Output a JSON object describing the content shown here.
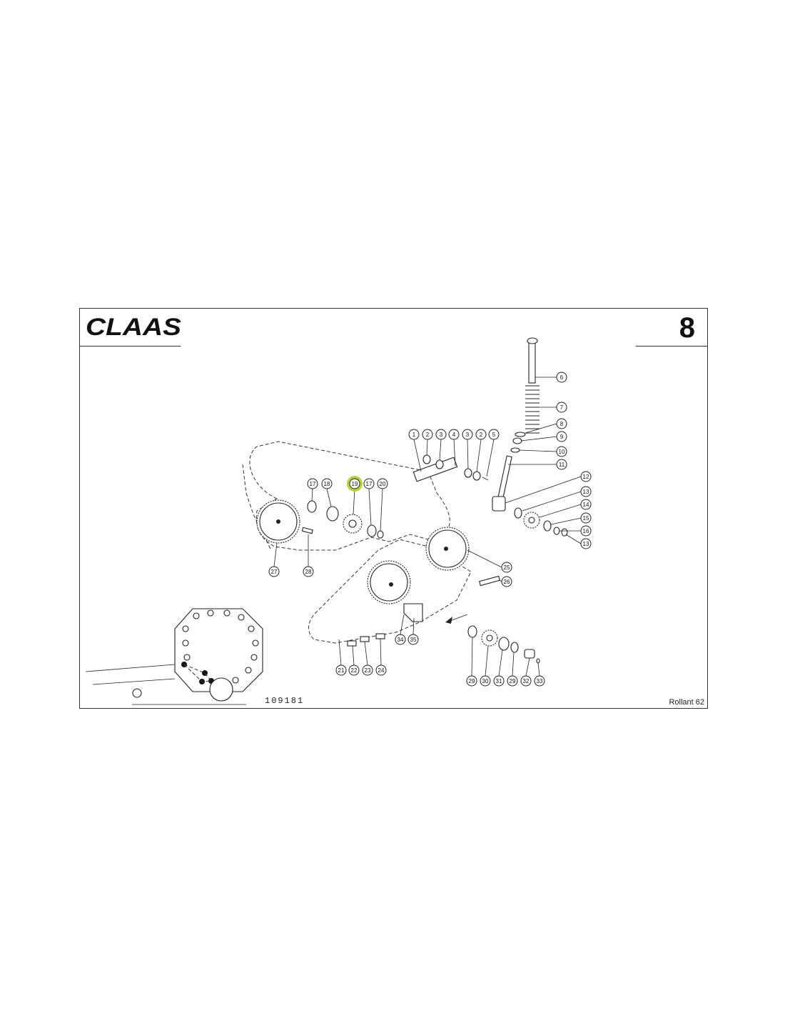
{
  "brand": {
    "logo_text": "CLAAS"
  },
  "sheet": {
    "number": "8",
    "drawing_number": "109181",
    "model": "Rollant 62"
  },
  "highlight_color": "#b5d335",
  "callouts": [
    {
      "label": "1"
    },
    {
      "label": "2"
    },
    {
      "label": "3"
    },
    {
      "label": "4"
    },
    {
      "label": "3"
    },
    {
      "label": "2"
    },
    {
      "label": "5"
    },
    {
      "label": "6"
    },
    {
      "label": "7"
    },
    {
      "label": "8"
    },
    {
      "label": "9"
    },
    {
      "label": "10"
    },
    {
      "label": "11"
    },
    {
      "label": "12"
    },
    {
      "label": "13"
    },
    {
      "label": "14"
    },
    {
      "label": "15"
    },
    {
      "label": "16"
    },
    {
      "label": "13"
    },
    {
      "label": "17"
    },
    {
      "label": "18"
    },
    {
      "label": "19",
      "highlighted": true
    },
    {
      "label": "17"
    },
    {
      "label": "20"
    },
    {
      "label": "25"
    },
    {
      "label": "26"
    },
    {
      "label": "27"
    },
    {
      "label": "28"
    },
    {
      "label": "21"
    },
    {
      "label": "22"
    },
    {
      "label": "23"
    },
    {
      "label": "24"
    },
    {
      "label": "34"
    },
    {
      "label": "35"
    },
    {
      "label": "29"
    },
    {
      "label": "30"
    },
    {
      "label": "31"
    },
    {
      "label": "29"
    },
    {
      "label": "32"
    },
    {
      "label": "33"
    }
  ]
}
